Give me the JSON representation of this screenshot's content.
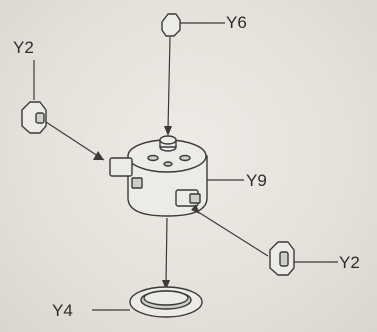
{
  "labels": {
    "y6": "Y6",
    "y2_top": "Y2",
    "y9": "Y9",
    "y2_bottom": "Y2",
    "y4": "Y4"
  },
  "colors": {
    "ink": "#3a3a3a",
    "part_fill": "#ecebe8",
    "background": "#e6e3dd"
  }
}
